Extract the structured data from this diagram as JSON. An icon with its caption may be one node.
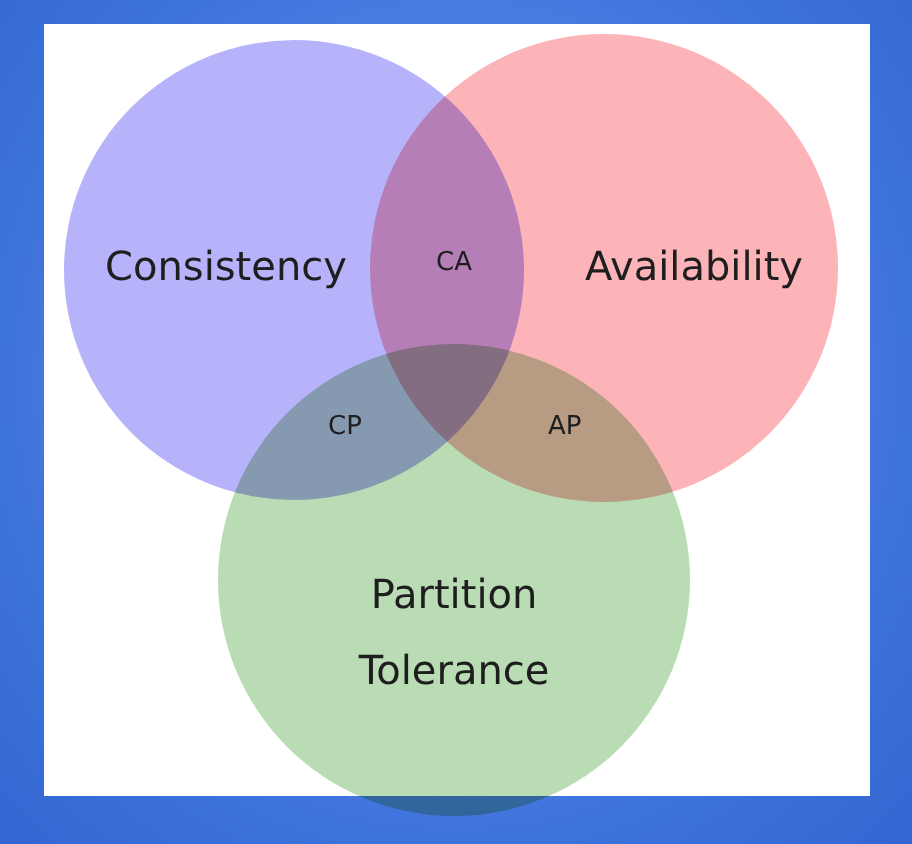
{
  "diagram": {
    "nodes": [
      {
        "text": [
          "Consistency"
        ]
      },
      {
        "text": [
          "Availability"
        ]
      },
      {
        "text": [
          "Partition Tolerance"
        ]
      }
    ],
    "labels": [
      "CA",
      "CP",
      "AP"
    ]
  }
}
